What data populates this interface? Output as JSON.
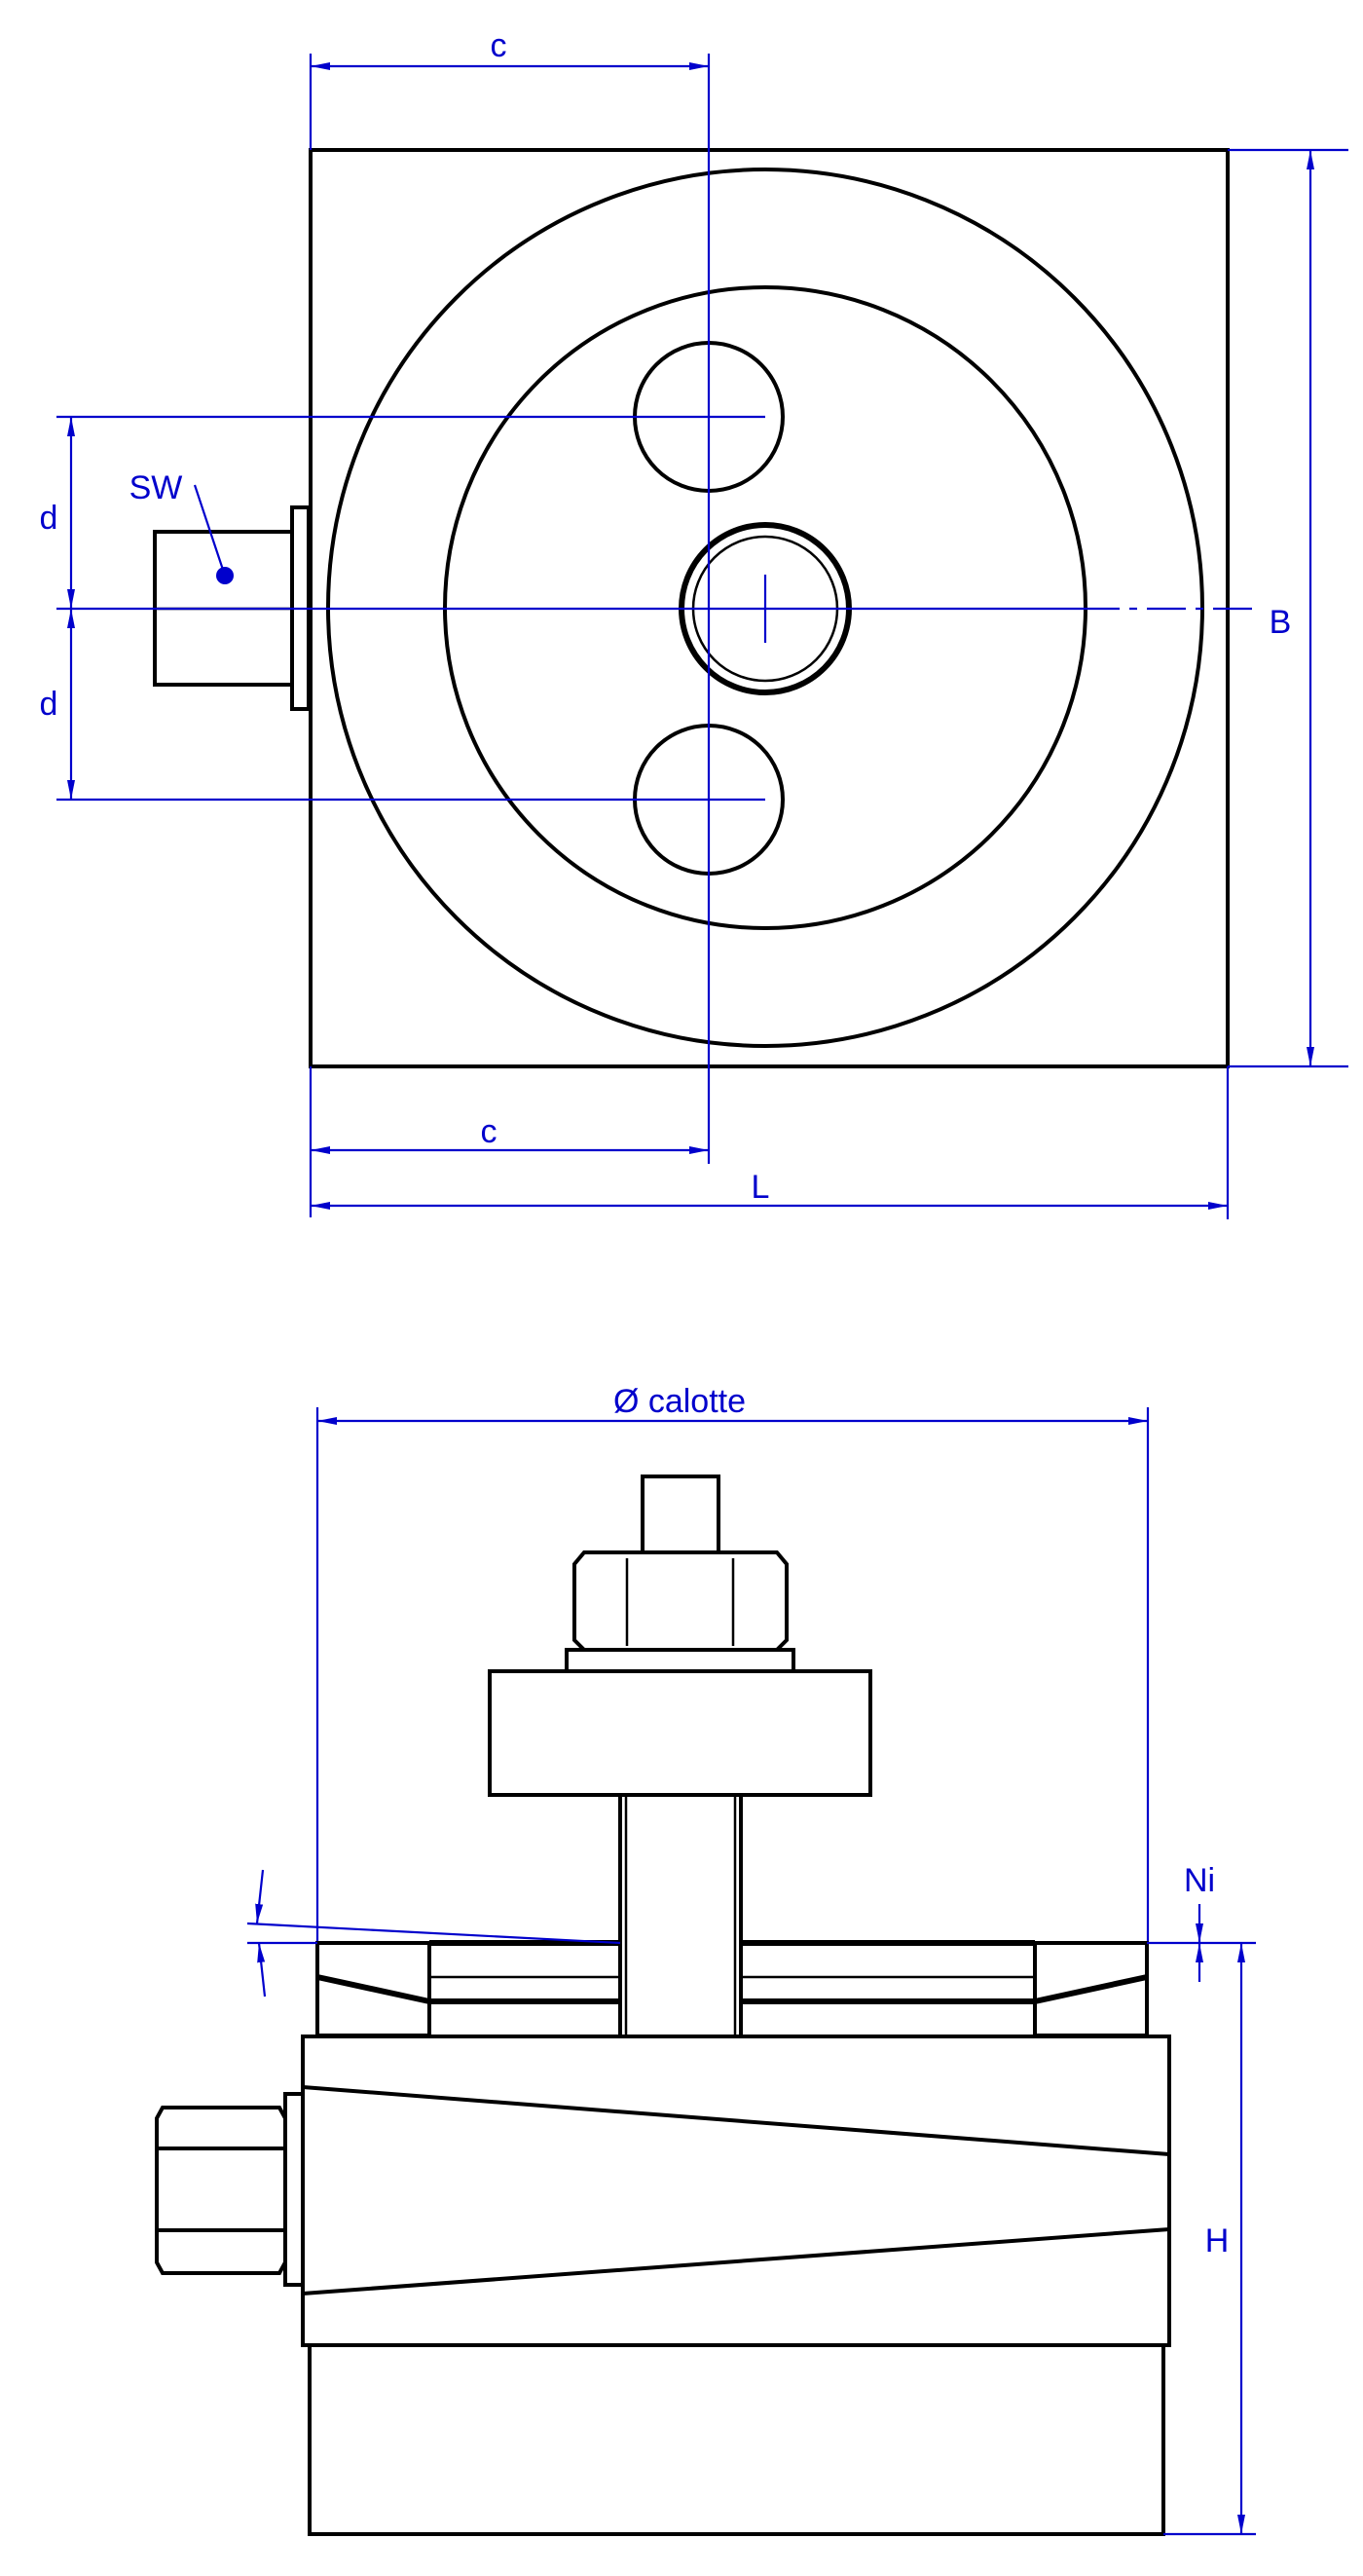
{
  "drawing": {
    "top_view": {
      "labels": {
        "c_top": "c",
        "c_bottom": "c",
        "d_upper": "d",
        "d_lower": "d",
        "sw": "SW",
        "b": "B",
        "l": "L"
      }
    },
    "side_view": {
      "labels": {
        "calotte": "Ø calotte",
        "ni": "Ni",
        "h": "H"
      }
    },
    "colors": {
      "line": "#000000",
      "dimension": "#0000cc"
    }
  }
}
